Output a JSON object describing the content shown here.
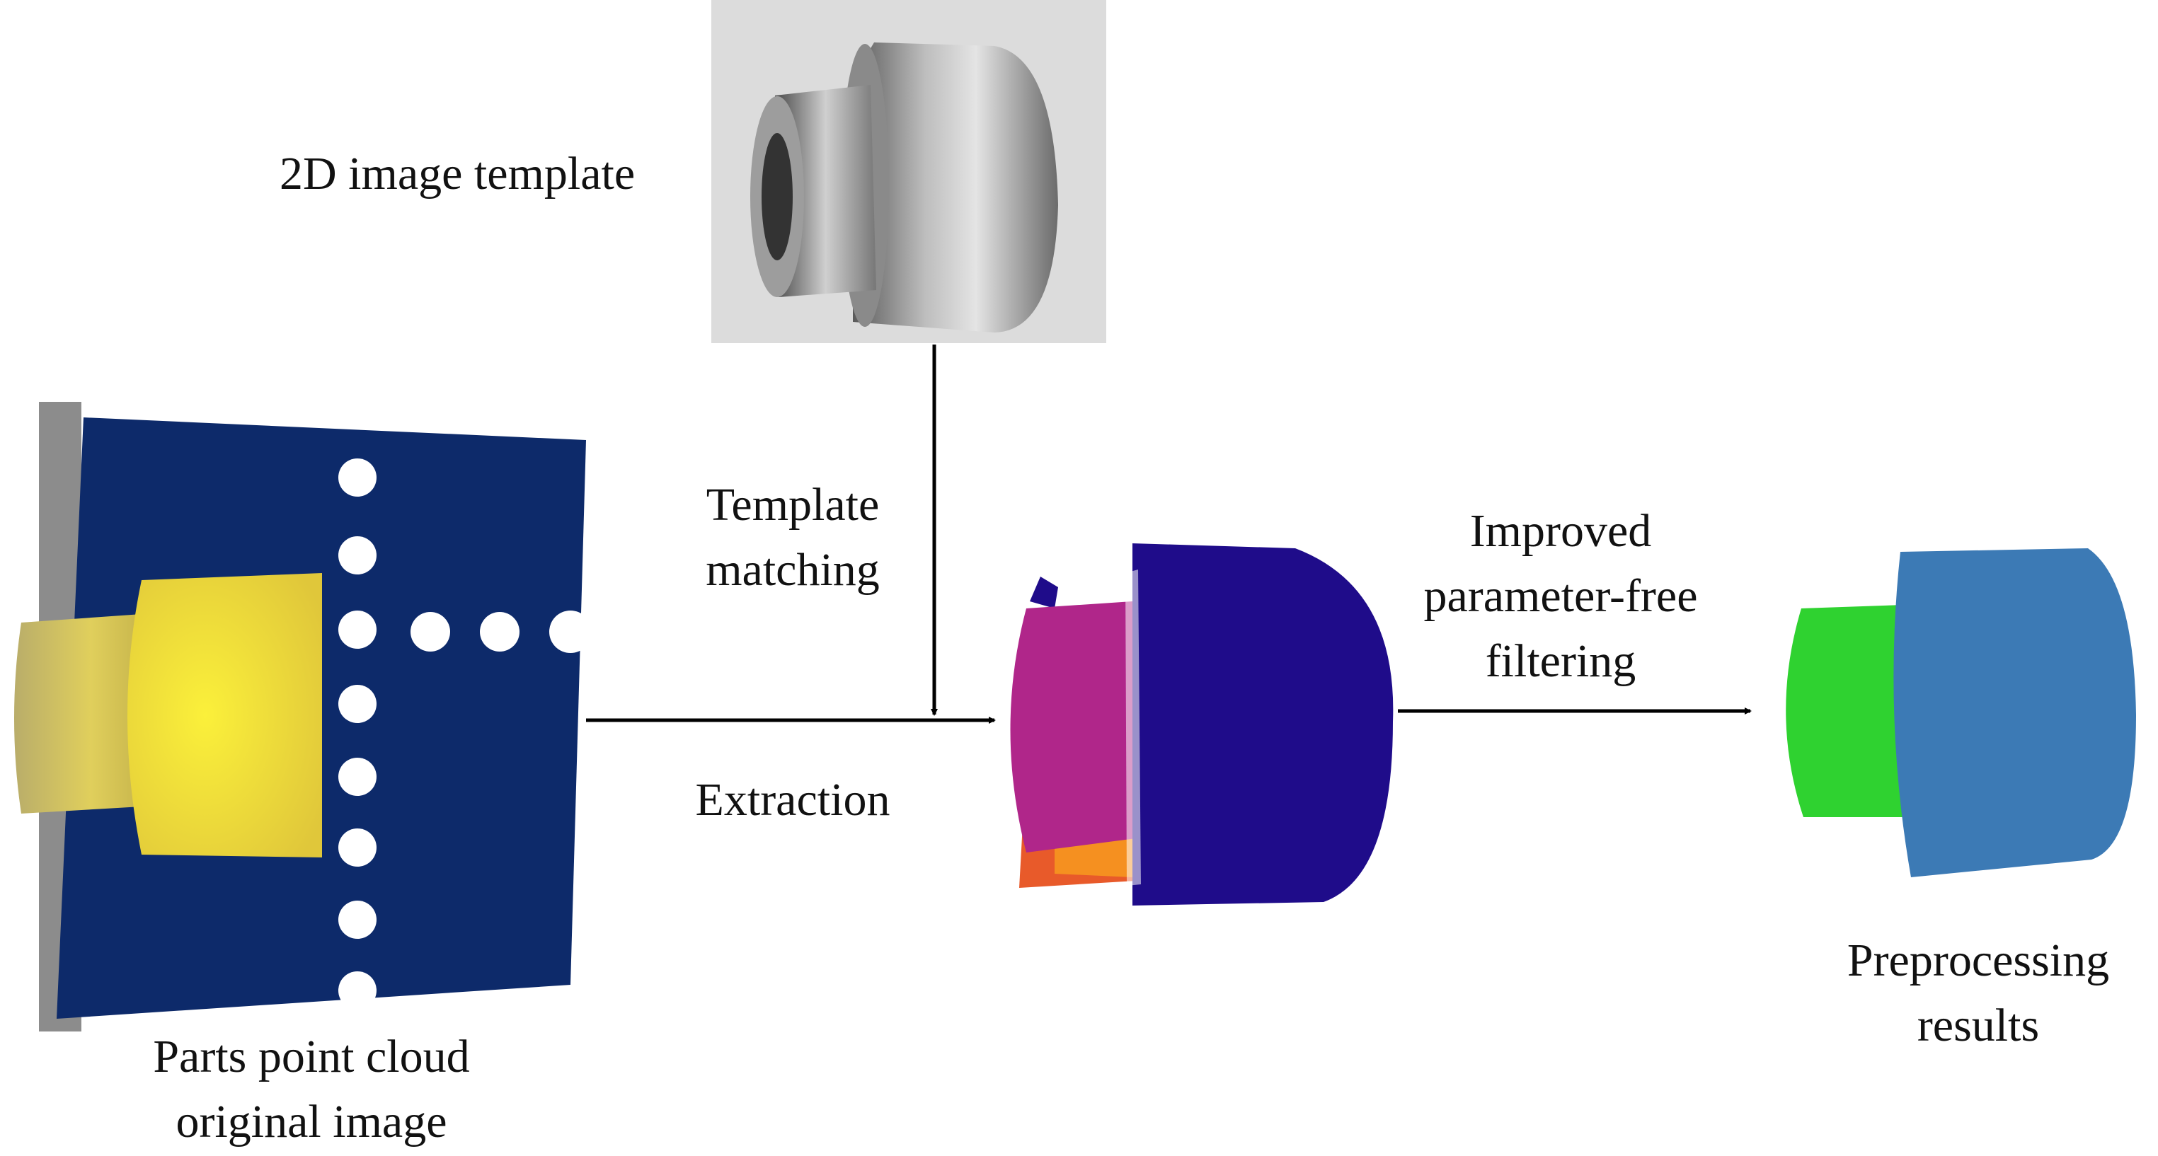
{
  "labels": {
    "template_image": "2D image template",
    "template_matching": [
      "Template",
      "matching"
    ],
    "extraction": "Extraction",
    "filtering": [
      "Improved",
      "parameter-free",
      "filtering"
    ],
    "original": [
      "Parts point cloud",
      "original image"
    ],
    "results": [
      "Preprocessing",
      "results"
    ]
  },
  "colors": {
    "plate": "#0d2a6a",
    "part_small": "#d2c260",
    "part_large": "#f1e030",
    "extracted_small": "#b0268a",
    "extracted_large": "#1f0c8a",
    "result_small": "#2fd230",
    "result_large": "#3c7ab5",
    "arrow": "#000000"
  }
}
